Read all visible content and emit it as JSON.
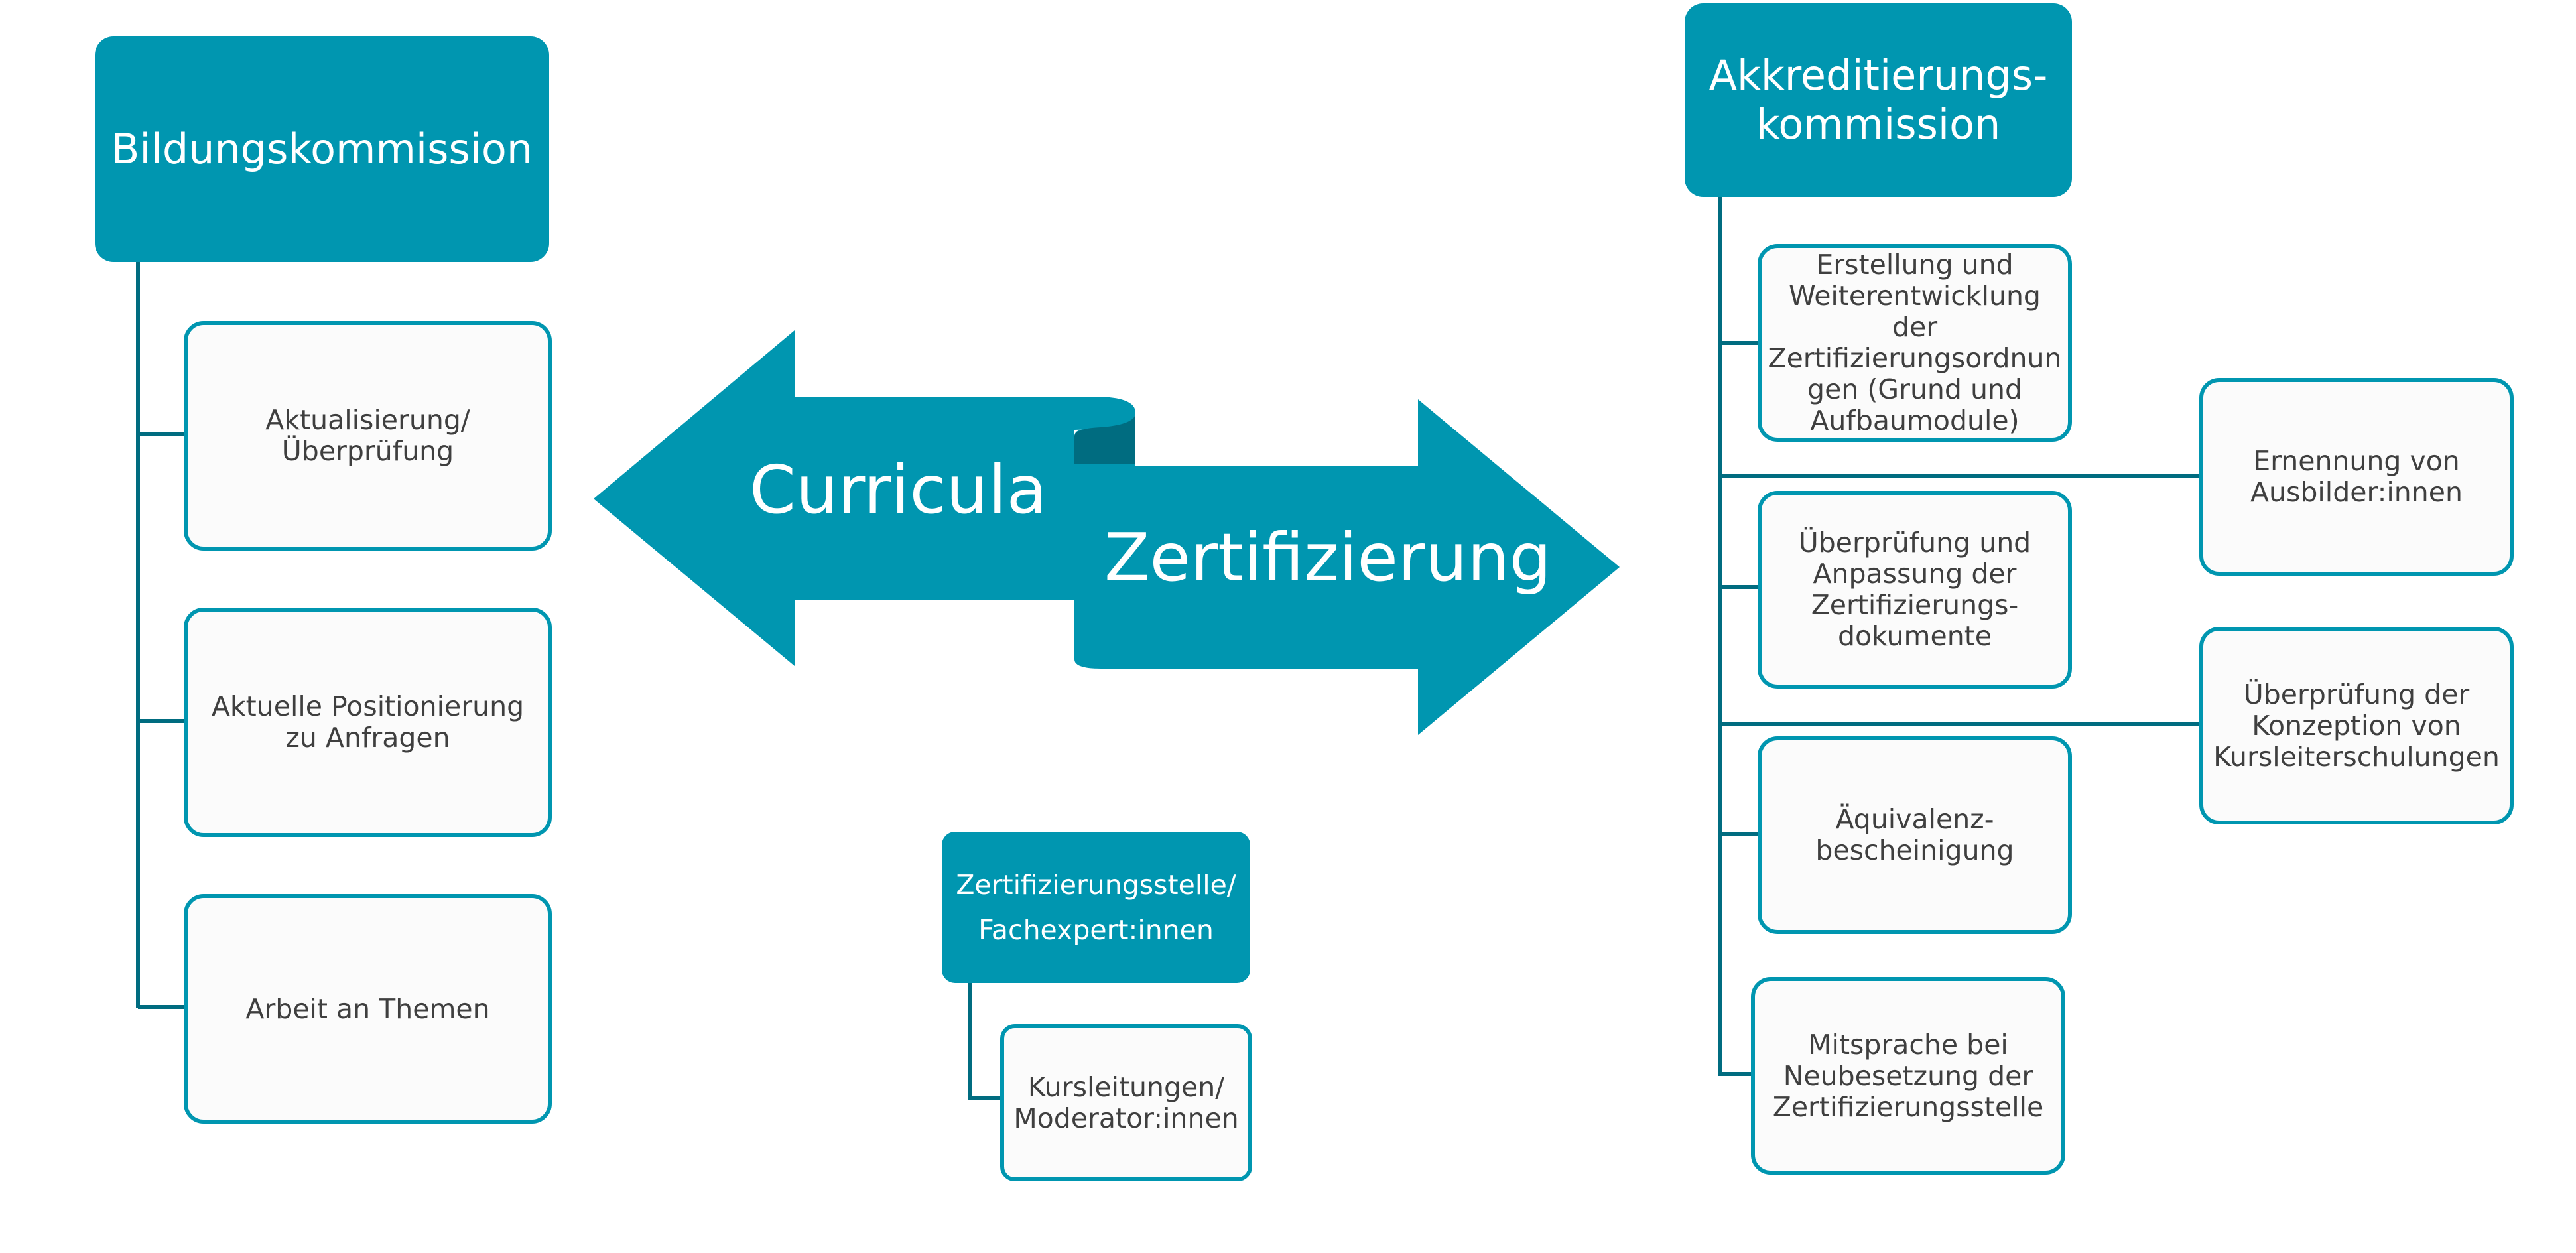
{
  "colors": {
    "accent": "#0096b0",
    "accent_dark": "#006c80",
    "box_fill": "#fbfbfb",
    "text": "#3f3f3f"
  },
  "left": {
    "title": "Bildungskommission",
    "items": [
      "Aktualisierung/\nÜberprüfung",
      "Aktuelle Positionierung\nzu Anfragen",
      "Arbeit an Themen"
    ]
  },
  "arrows": {
    "left_label": "Curricula",
    "right_label": "Zertifizierung"
  },
  "center": {
    "title": "Zertifizierungsstelle/\nFachexpert:innen",
    "items": [
      "Kursleitungen/\nModerator:innen"
    ]
  },
  "right": {
    "title": "Akkreditierungs-\nkommission",
    "items": [
      "Erstellung und\nWeiterentwicklung\nder\nZertifizierungsordnun\ngen (Grund und\nAufbaumodule)",
      "Überprüfung und\nAnpassung der\nZertifizierungs-\ndokumente",
      "Äquivalenz-\nbescheinigung",
      "Mitsprache bei\nNeubesetzung der\nZertifizierungsstelle"
    ],
    "side_items": [
      "Ernennung von\nAusbilder:innen",
      "Überprüfung der\nKonzeption von\nKursleiterschulungen"
    ]
  }
}
